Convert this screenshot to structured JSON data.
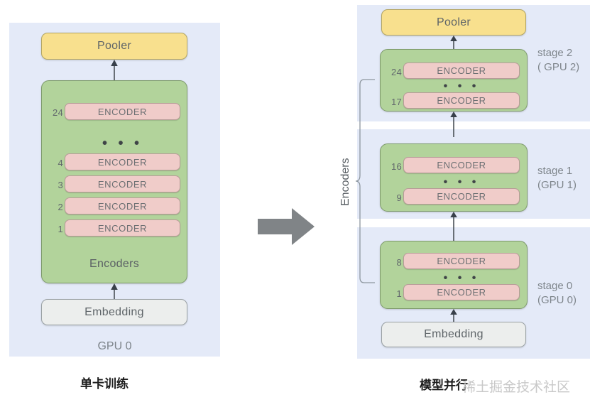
{
  "left": {
    "panel_label": "GPU 0",
    "pooler": "Pooler",
    "encoders_caption": "Encoders",
    "embedding": "Embedding",
    "ellipsis": "• • •",
    "encoder_label": "ENCODER",
    "rows": [
      {
        "num": "24",
        "label": "ENCODER"
      },
      {
        "num": "4",
        "label": "ENCODER"
      },
      {
        "num": "3",
        "label": "ENCODER"
      },
      {
        "num": "2",
        "label": "ENCODER"
      },
      {
        "num": "1",
        "label": "ENCODER"
      }
    ],
    "caption": "单卡训练"
  },
  "right": {
    "pooler": "Pooler",
    "embedding": "Embedding",
    "ellipsis": "• • •",
    "brace_label": "Encoders",
    "stages": [
      {
        "name": "stage 2",
        "gpu": "( GPU 2)",
        "rows": [
          {
            "num": "24",
            "label": "ENCODER"
          },
          {
            "num": "17",
            "label": "ENCODER"
          }
        ]
      },
      {
        "name": "stage 1",
        "gpu": "(GPU 1)",
        "rows": [
          {
            "num": "16",
            "label": "ENCODER"
          },
          {
            "num": "9",
            "label": "ENCODER"
          }
        ]
      },
      {
        "name": "stage 0",
        "gpu": "(GPU 0)",
        "rows": [
          {
            "num": "8",
            "label": "ENCODER"
          },
          {
            "num": "1",
            "label": "ENCODER"
          }
        ]
      }
    ],
    "caption": "模型并行"
  },
  "watermark": "稀土掘金技术社区",
  "colors": {
    "panel_bg": "#e4eaf8",
    "pooler": "#f8e08e",
    "encoders_block": "#b2d39b",
    "encoder_row": "#f0ccc9",
    "embedding": "#eceeed",
    "arrow": "#4a5056",
    "big_arrow": "#808487",
    "page_bg": "#ffffff"
  }
}
